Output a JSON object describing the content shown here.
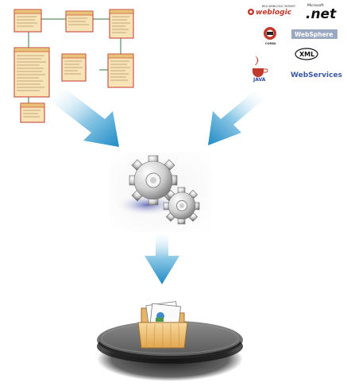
{
  "logos": {
    "weblogic_tagline": "BEA WEBLOGIC SERVER",
    "weblogic_label": "weblogic",
    "microsoft_label": "Microsoft",
    "dotnet_label": ".net",
    "corba_label": "CORBA",
    "websphere_label": "WebSphere",
    "xml_label": "XML",
    "java_label": "JAVA",
    "webservices_label": "WebServices"
  },
  "colors": {
    "uml_box_fill": "#f7e3b5",
    "uml_box_stroke": "#c0392b",
    "uml_line": "#2e7d3a",
    "arrow_light": "#e9f5fb",
    "arrow_dark": "#1f8bc4",
    "gear_light": "#f2f2f2",
    "gear_dark": "#7d7d7d",
    "shadow_blue": "#7b86c4",
    "platform_top": "#7f7f7f",
    "folder_fill": "#f1c27d"
  },
  "icons": {
    "uml": "uml-class-diagram-icon",
    "gears": "gears-icon",
    "folder": "folder-icon",
    "platform": "platform-disc-icon"
  }
}
